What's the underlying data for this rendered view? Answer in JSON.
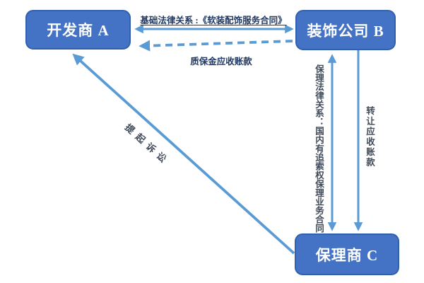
{
  "diagram": {
    "nodes": {
      "developer": {
        "label": "开发商 A"
      },
      "decorator": {
        "label": "装饰公司 B"
      },
      "factor": {
        "label": "保理商 C"
      }
    },
    "edges": {
      "base_contract": {
        "label": "基础法律关系 :《软装配饰服务合同》",
        "style": "solid-double-arrow",
        "between": "A-B"
      },
      "warranty_receivable": {
        "label": "质保金应收账款",
        "style": "dashed-arrow",
        "from": "B",
        "to": "A"
      },
      "factoring_contract": {
        "label": "保理法律关系：国内有追索权保理业务合同",
        "style": "solid-double-arrow",
        "between": "B-C"
      },
      "transfer_receivable": {
        "label": "转让应收账款",
        "style": "solid-arrow",
        "from": "B",
        "to": "C"
      },
      "lawsuit": {
        "label": "提起诉讼",
        "style": "solid-arrow",
        "from": "C",
        "to": "A"
      }
    },
    "colors": {
      "node_fill": "#4472C4",
      "node_border": "#3260AD",
      "node_text": "#FFFFFF",
      "arrow": "#5B9BD5",
      "label_navy": "#1F3864",
      "label_gray": "#404A58"
    }
  }
}
